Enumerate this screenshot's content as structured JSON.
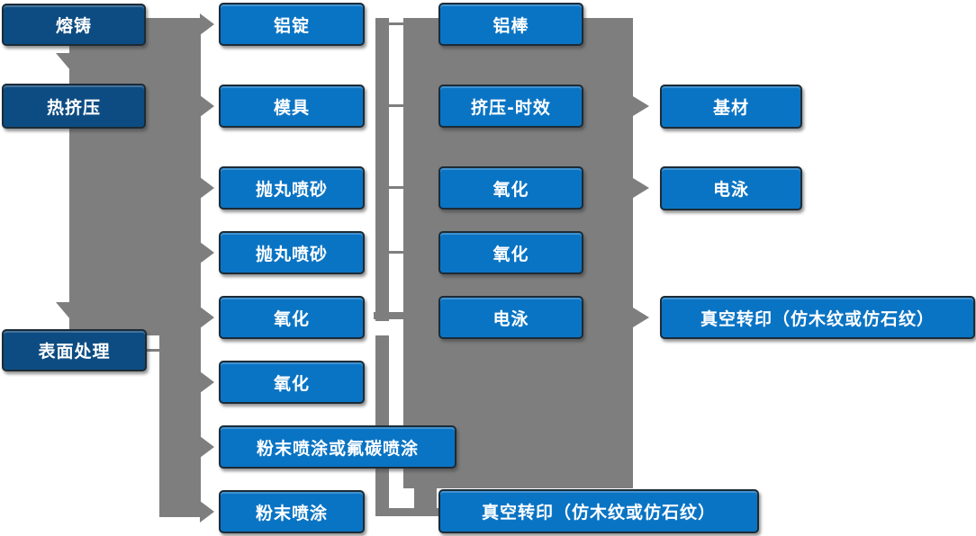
{
  "diagram": {
    "columns": {
      "process": [
        "熔铸",
        "热挤压",
        "表面处理"
      ],
      "col2": [
        "铝锭",
        "模具",
        "抛丸喷砂",
        "抛丸喷砂",
        "氧化",
        "氧化",
        "粉末喷涂或氟碳喷涂",
        "粉末喷涂"
      ],
      "col3": [
        "铝棒",
        "挤压-时效",
        "氧化",
        "氧化",
        "电泳",
        "真空转印（仿木纹或仿石纹）"
      ],
      "col4": [
        "基材",
        "电泳",
        "真空转印（仿木纹或仿石纹）"
      ]
    }
  },
  "colors": {
    "dark_blue": "#0d4c82",
    "bright_blue": "#0a74c4",
    "connector_gray": "#7e7e7e",
    "border_dark": "#1c2b36",
    "text_white": "#ffffff"
  }
}
